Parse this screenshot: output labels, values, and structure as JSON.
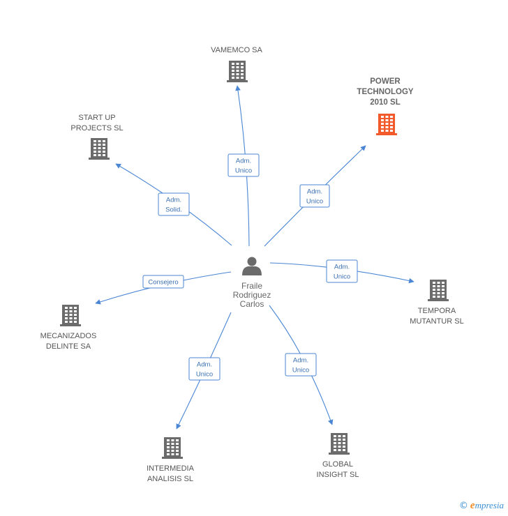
{
  "center": {
    "name_lines": [
      "Fraile",
      "Rodriguez",
      "Carlos"
    ]
  },
  "colors": {
    "building": "#6b6b6b",
    "highlight": "#f2592b",
    "edge": "#4a86d4",
    "person": "#6b6b6b"
  },
  "companies": [
    {
      "id": "vamemco",
      "lines": [
        "VAMEMCO SA"
      ],
      "highlight": false,
      "role": [
        "Adm.",
        "Unico"
      ]
    },
    {
      "id": "power",
      "lines": [
        "POWER",
        "TECHNOLOGY",
        "2010 SL"
      ],
      "highlight": true,
      "role": [
        "Adm.",
        "Unico"
      ]
    },
    {
      "id": "startup",
      "lines": [
        "START UP",
        "PROJECTS  SL"
      ],
      "highlight": false,
      "role": [
        "Adm.",
        "Solid."
      ]
    },
    {
      "id": "tempora",
      "lines": [
        "TEMPORA",
        "MUTANTUR SL"
      ],
      "highlight": false,
      "role": [
        "Adm.",
        "Unico"
      ]
    },
    {
      "id": "mecanizados",
      "lines": [
        "MECANIZADOS",
        "DELINTE SA"
      ],
      "highlight": false,
      "role": [
        "Consejero"
      ]
    },
    {
      "id": "intermedia",
      "lines": [
        "INTERMEDIA",
        "ANALISIS SL"
      ],
      "highlight": false,
      "role": [
        "Adm.",
        "Unico"
      ]
    },
    {
      "id": "global",
      "lines": [
        "GLOBAL",
        "INSIGHT SL"
      ],
      "highlight": false,
      "role": [
        "Adm.",
        "Unico"
      ]
    }
  ],
  "footer": {
    "copyright_symbol": "©",
    "brand_initial": "e",
    "brand_rest": "mpresia"
  }
}
